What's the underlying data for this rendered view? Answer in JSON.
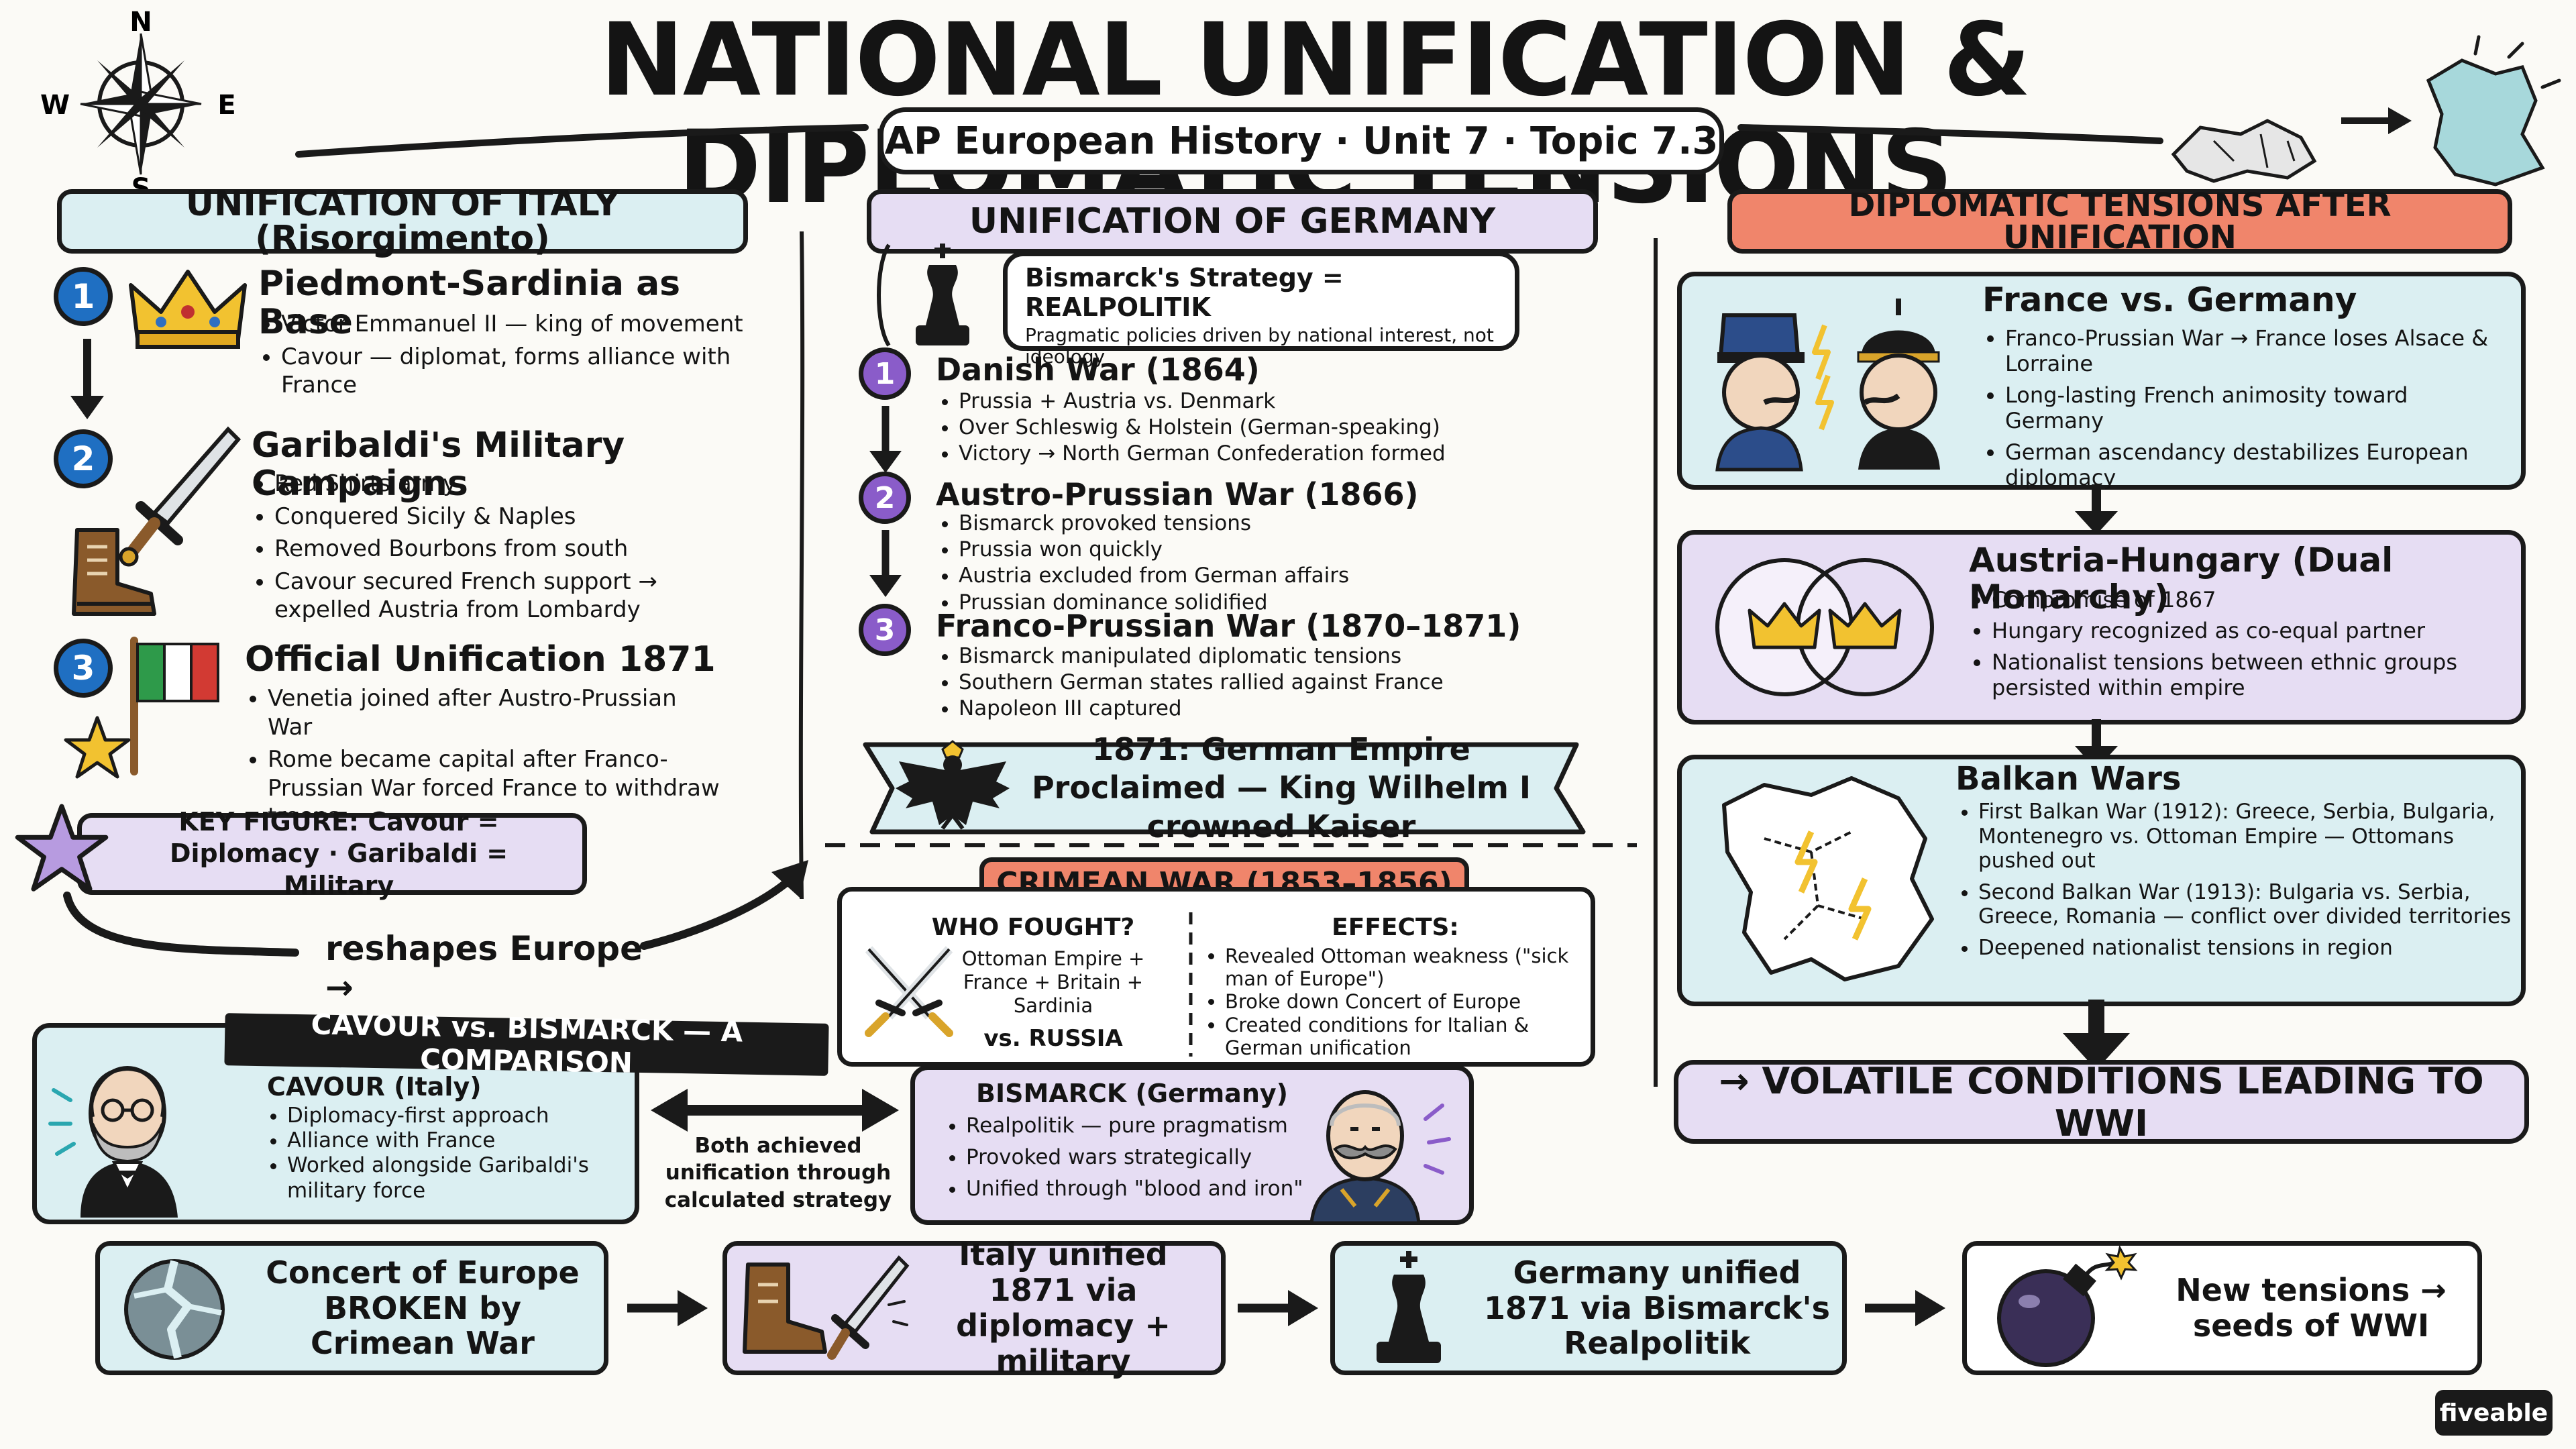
{
  "header": {
    "title": "NATIONAL UNIFICATION & DIPLOMATIC TENSIONS",
    "subtitle": "AP European History · Unit 7 · Topic 7.3",
    "compass": {
      "n": "N",
      "s": "S",
      "e": "E",
      "w": "W"
    }
  },
  "italy": {
    "heading": "UNIFICATION OF ITALY (Risorgimento)",
    "steps": [
      {
        "num": "1",
        "title": "Piedmont-Sardinia as Base",
        "bullets": [
          "Victor Emmanuel II — king of movement",
          "Cavour — diplomat, forms alliance with France"
        ]
      },
      {
        "num": "2",
        "title": "Garibaldi's Military Campaigns",
        "bullets": [
          "Red Shirts army",
          "Conquered Sicily & Naples",
          "Removed Bourbons from south",
          "Cavour secured French support → expelled Austria from Lombardy"
        ]
      },
      {
        "num": "3",
        "title": "Official Unification 1871",
        "bullets": [
          "Venetia joined after Austro-Prussian War",
          "Rome became capital after Franco-Prussian War forced France to withdraw troops"
        ]
      }
    ],
    "key_figure": "KEY FIGURE: Cavour = Diplomacy · Garibaldi = Military",
    "reshapes": "reshapes Europe →"
  },
  "germany": {
    "heading": "UNIFICATION OF GERMANY",
    "strategy_title": "Bismarck's Strategy = REALPOLITIK",
    "strategy_desc": "Pragmatic policies driven by national interest, not ideology",
    "wars": [
      {
        "num": "1",
        "title": "Danish War (1864)",
        "bullets": [
          "Prussia + Austria vs. Denmark",
          "Over Schleswig & Holstein (German-speaking)",
          "Victory → North German Confederation formed"
        ]
      },
      {
        "num": "2",
        "title": "Austro-Prussian War (1866)",
        "bullets": [
          "Bismarck provoked tensions",
          "Prussia won quickly",
          "Austria excluded from German affairs",
          "Prussian dominance solidified"
        ]
      },
      {
        "num": "3",
        "title": "Franco-Prussian War (1870–1871)",
        "bullets": [
          "Bismarck manipulated diplomatic tensions",
          "Southern German states rallied against France",
          "Napoleon III captured"
        ]
      }
    ],
    "empire": "1871: German Empire Proclaimed — King Wilhelm I crowned Kaiser"
  },
  "crimean": {
    "heading": "CRIMEAN WAR (1853–1856)",
    "who_title": "WHO FOUGHT?",
    "who": "Ottoman Empire + France + Britain + Sardinia",
    "vs": "vs. RUSSIA",
    "effects_title": "EFFECTS:",
    "effects": [
      "Revealed Ottoman weakness (\"sick man of Europe\")",
      "Broke down Concert of Europe",
      "Created conditions for Italian & German unification"
    ]
  },
  "comparison": {
    "banner": "CAVOUR vs. BISMARCK — A COMPARISON",
    "cavour_title": "CAVOUR (Italy)",
    "cavour": [
      "Diplomacy-first approach",
      "Alliance with France",
      "Worked alongside Garibaldi's military force"
    ],
    "both": "Both achieved unification through calculated strategy",
    "bismarck_title": "BISMARCK (Germany)",
    "bismarck": [
      "Realpolitik — pure pragmatism",
      "Provoked wars strategically",
      "Unified through \"blood and iron\""
    ]
  },
  "tensions": {
    "heading": "DIPLOMATIC TENSIONS AFTER UNIFICATION",
    "france": {
      "title": "France vs. Germany",
      "bullets": [
        "Franco-Prussian War → France loses Alsace & Lorraine",
        "Long-lasting French animosity toward Germany",
        "German ascendancy destabilizes European diplomacy"
      ]
    },
    "austria": {
      "title": "Austria-Hungary (Dual Monarchy)",
      "bullets": [
        "Compromise of 1867",
        "Hungary recognized as co-equal partner",
        "Nationalist tensions between ethnic groups persisted within empire"
      ]
    },
    "balkan": {
      "title": "Balkan Wars",
      "bullets": [
        "First Balkan War (1912): Greece, Serbia, Bulgaria, Montenegro vs. Ottoman Empire — Ottomans pushed out",
        "Second Balkan War (1913): Bulgaria vs. Serbia, Greece, Romania — conflict over divided territories",
        "Deepened nationalist tensions in region"
      ]
    },
    "wwi": "→ VOLATILE CONDITIONS LEADING TO WWI"
  },
  "flow": [
    "Concert of Europe BROKEN by Crimean War",
    "Italy unified 1871 via diplomacy + military",
    "Germany unified 1871 via Bismarck's Realpolitik",
    "New tensions → seeds of WWI"
  ],
  "brand": "fiveable",
  "colors": {
    "teal": "#dbeff2",
    "lavender": "#e6ddf3",
    "salmon": "#f0856b",
    "blue": "#1f6fc2",
    "purple": "#8a5cc9"
  }
}
